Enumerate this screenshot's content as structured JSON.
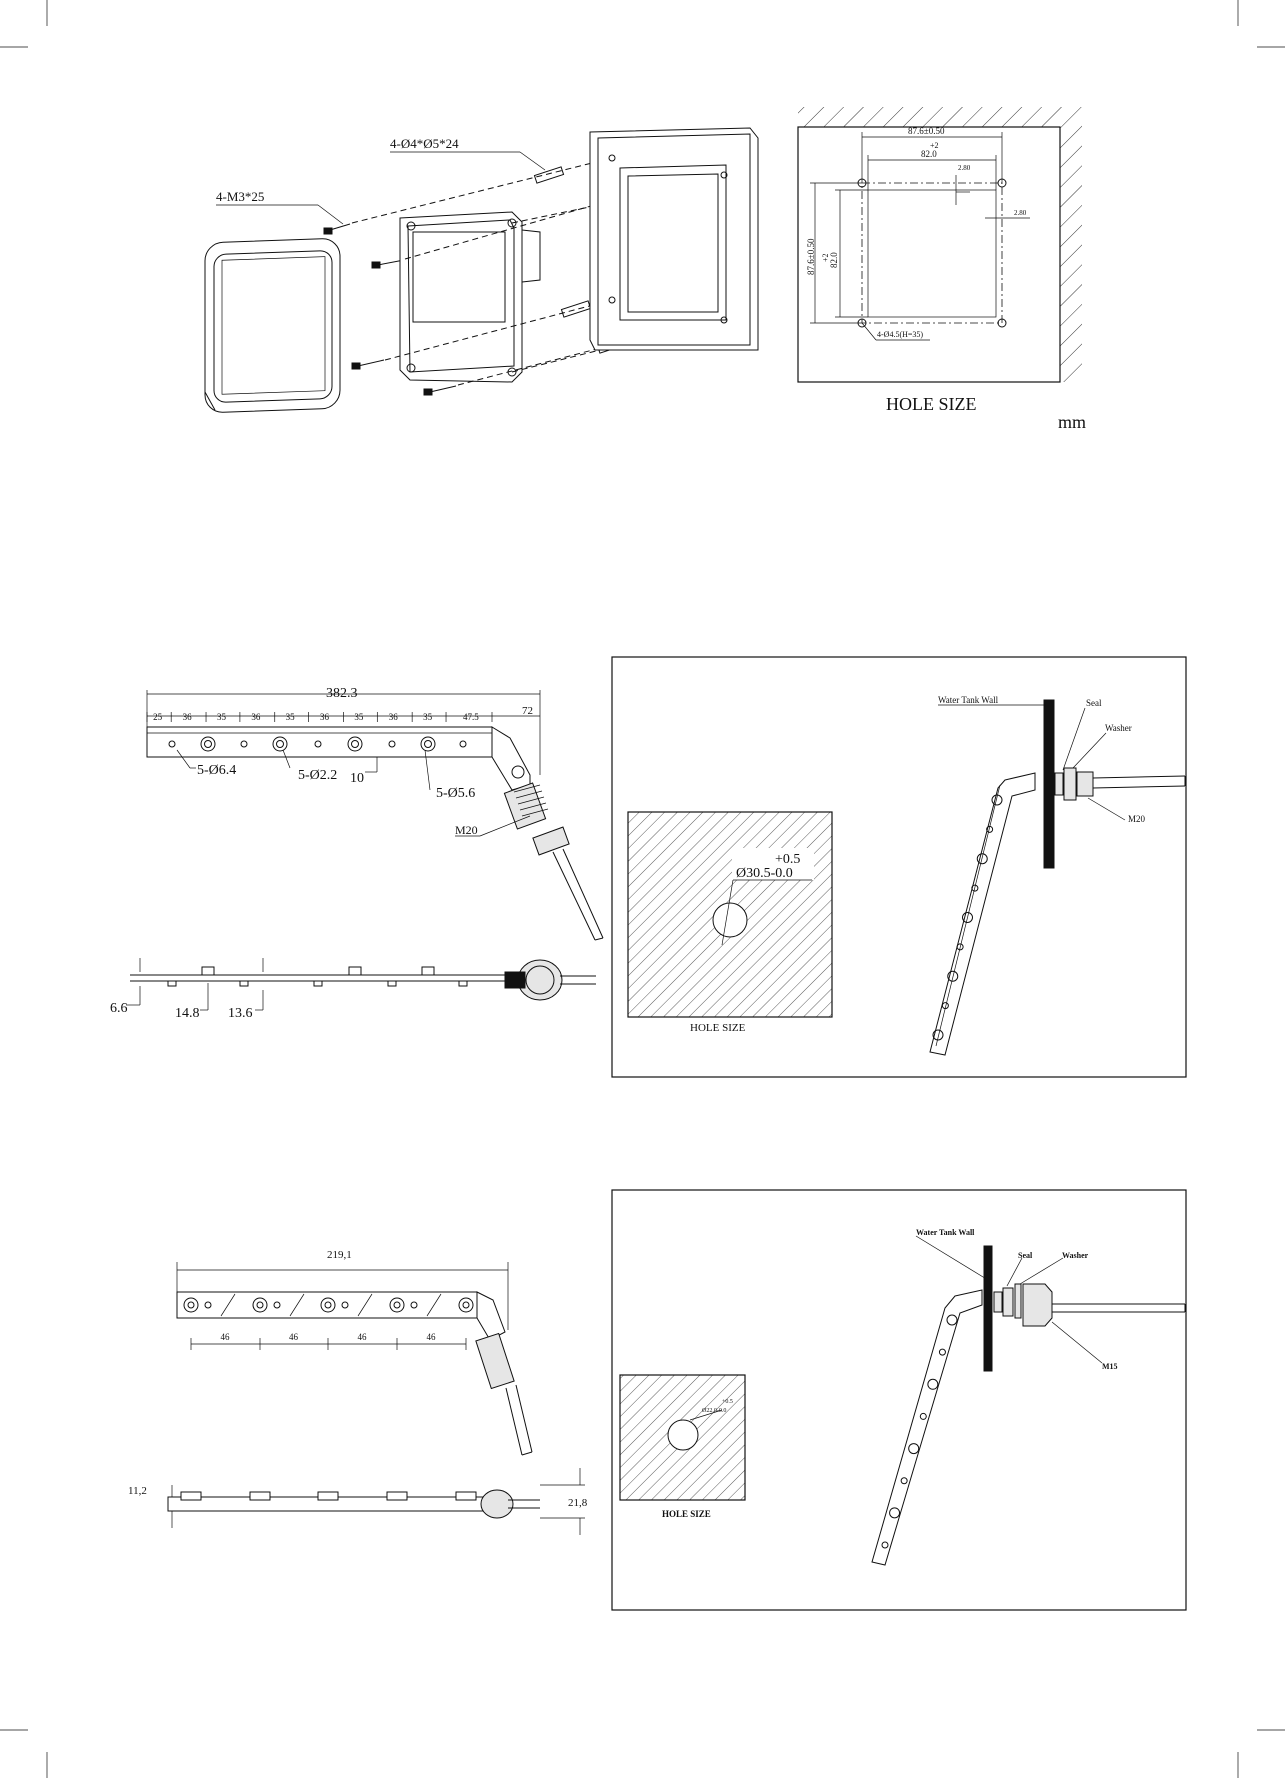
{
  "panel_mount": {
    "label_screws": "4-M3*25",
    "label_anchors": "4-Ø4*Ø5*24"
  },
  "panel_hole": {
    "title": "HOLE SIZE",
    "unit": "mm",
    "dim_width_tol": "87.6±0.50",
    "dim_width_pos": "+2",
    "dim_width_nom": "82.0",
    "dim_height_tol": "87.6±0.50",
    "dim_height_pos": "+2",
    "dim_height_nom": "82.0",
    "dim_offset_1": "2.80",
    "dim_offset_2": "2.80",
    "hole_callout": "4-Ø4.5(H=35)"
  },
  "probe_long": {
    "total_length": "382.3",
    "segments": [
      "25",
      "36",
      "35",
      "36",
      "35",
      "36",
      "35",
      "36",
      "35",
      "47.5"
    ],
    "end_dim": "72",
    "holes_a": "5-Ø6.4",
    "holes_b": "5-Ø2.2",
    "pitch": "10",
    "holes_c": "5-Ø5.6",
    "thread": "M20",
    "side_h": "6.6",
    "side_w1": "14.8",
    "side_w2": "13.6"
  },
  "install_long": {
    "wall_label": "Water Tank Wall",
    "seal_label": "Seal",
    "washer_label": "Washer",
    "thread_label": "M20",
    "hole_title": "HOLE SIZE",
    "hole_tol": "+0.5",
    "hole_dia": "Ø30.5-0.0"
  },
  "probe_short": {
    "total_length": "219,1",
    "segments": [
      "46",
      "46",
      "46",
      "46"
    ],
    "side_h": "11,2",
    "side_w": "21,8"
  },
  "install_short": {
    "wall_label": "Water Tank Wall",
    "seal_label": "Seal",
    "washer_label": "Washer",
    "thread_label": "M15",
    "hole_title": "HOLE SIZE",
    "hole_tol": "+0.5",
    "hole_dia": "Ø22.0-0.0"
  }
}
